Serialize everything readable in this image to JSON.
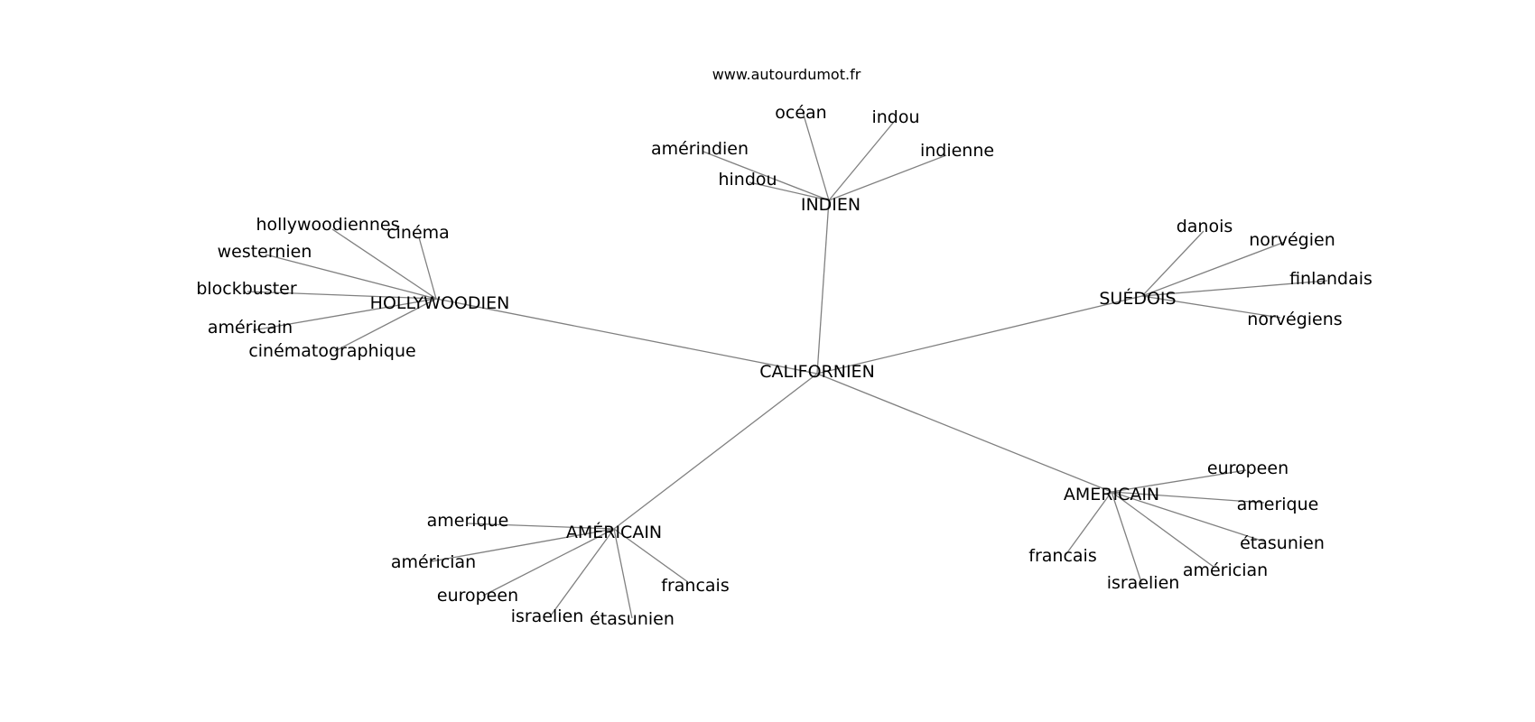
{
  "source": "www.autourdumot.fr",
  "center": "CALIFORNIEN",
  "groups": [
    {
      "hub": "INDIEN",
      "leaves": [
        "océan",
        "indou",
        "amérindien",
        "indienne",
        "hindou"
      ]
    },
    {
      "hub": "HOLLYWOODIEN",
      "leaves": [
        "hollywoodiennes",
        "cinéma",
        "westernien",
        "blockbuster",
        "américain",
        "cinématographique"
      ]
    },
    {
      "hub": "SUÉDOIS",
      "leaves": [
        "danois",
        "norvégien",
        "finlandais",
        "norvégiens"
      ]
    },
    {
      "hub": "AMÉRICAIN",
      "leaves": [
        "amerique",
        "américian",
        "europeen",
        "israelien",
        "étasunien",
        "francais"
      ]
    },
    {
      "hub": "AMERICAIN",
      "leaves": [
        "europeen",
        "amerique",
        "étasunien",
        "américian",
        "francais",
        "israelien"
      ]
    }
  ]
}
